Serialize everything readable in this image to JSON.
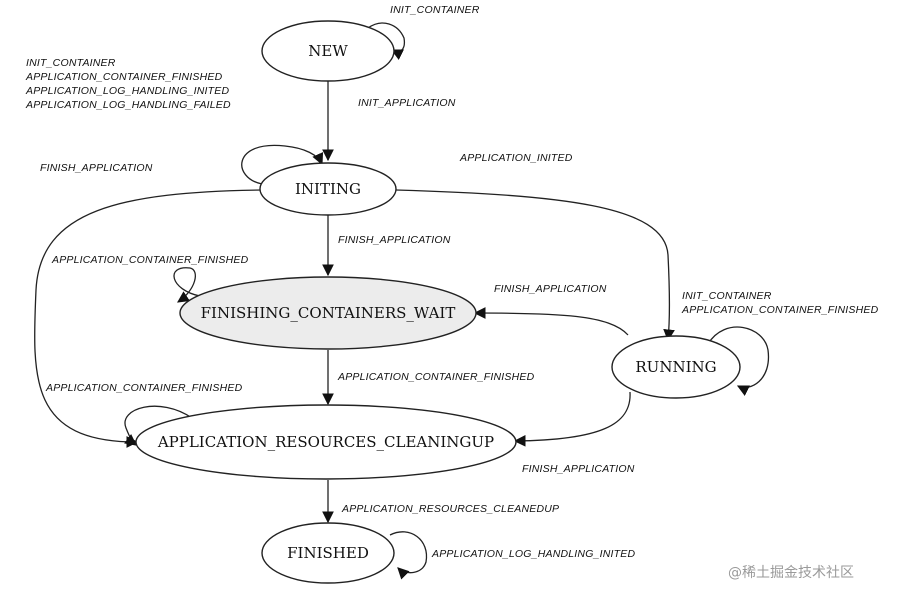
{
  "states": {
    "new": "NEW",
    "initing": "INITING",
    "finishing": "FINISHING_CONTAINERS_WAIT",
    "running": "RUNNING",
    "cleaningup": "APPLICATION_RESOURCES_CLEANINGUP",
    "finished": "FINISHED"
  },
  "transitions": {
    "new_self": "INIT_CONTAINER",
    "new_to_initing": "INIT_APPLICATION",
    "initing_self": [
      "INIT_CONTAINER",
      "APPLICATION_CONTAINER_FINISHED",
      "APPLICATION_LOG_HANDLING_INITED",
      "APPLICATION_LOG_HANDLING_FAILED"
    ],
    "initing_to_cleaningup": "FINISH_APPLICATION",
    "initing_to_running": "APPLICATION_INITED",
    "initing_to_finishing": "FINISH_APPLICATION",
    "finishing_self": "APPLICATION_CONTAINER_FINISHED",
    "running_to_finishing": "FINISH_APPLICATION",
    "running_self": [
      "INIT_CONTAINER",
      "APPLICATION_CONTAINER_FINISHED"
    ],
    "finishing_to_cleaningup": "APPLICATION_CONTAINER_FINISHED",
    "cleaningup_self": "APPLICATION_CONTAINER_FINISHED",
    "running_to_cleaningup": "FINISH_APPLICATION",
    "cleaningup_to_finished": "APPLICATION_RESOURCES_CLEANEDUP",
    "finished_self": "APPLICATION_LOG_HANDLING_INITED"
  },
  "colors": {
    "finishing_fill": "#ececec",
    "stroke": "#222222"
  },
  "watermark": "@稀土掘金技术社区"
}
